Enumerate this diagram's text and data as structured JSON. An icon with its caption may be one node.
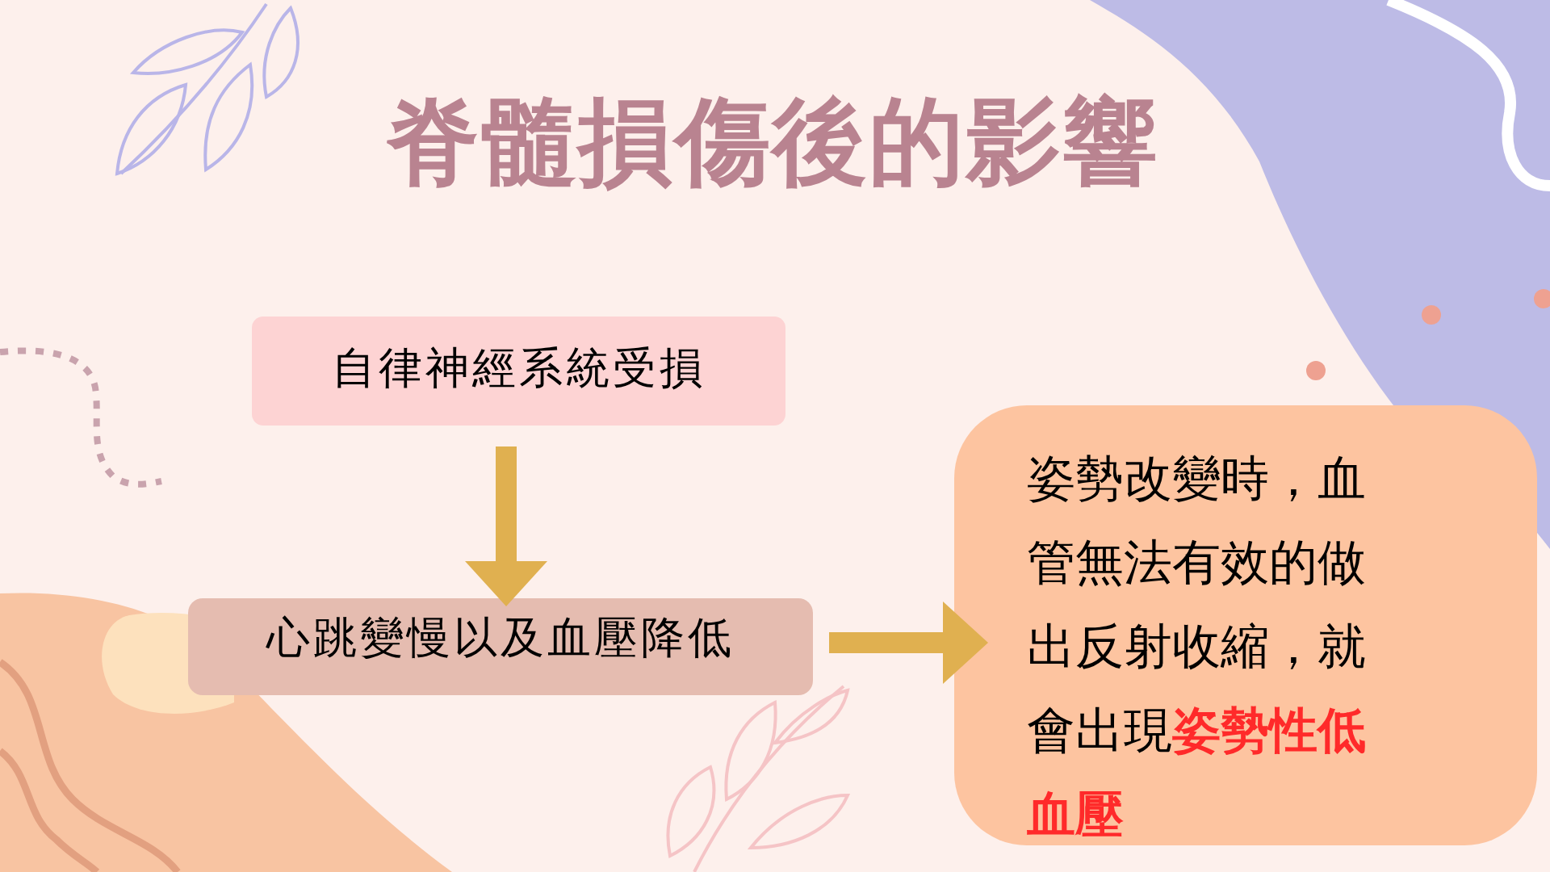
{
  "diagram": {
    "title": "脊髓損傷後的影響",
    "nodes": [
      {
        "text": [
          "自律神經系統受損"
        ]
      },
      {
        "text": [
          "心跳變慢以及血壓降低"
        ]
      },
      {
        "text": [
          "姿勢改變時，血管無法有效的做出反射收縮，就會出現**姿勢性低血壓**"
        ]
      }
    ],
    "edges": [
      {
        "from": 0,
        "to": 1,
        "arrow": "to"
      },
      {
        "from": 1,
        "to": 2,
        "arrow": "to"
      }
    ]
  }
}
